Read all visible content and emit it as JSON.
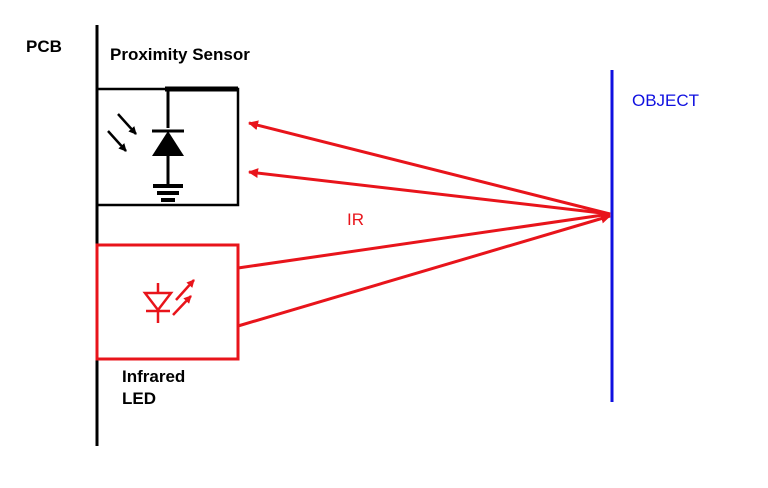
{
  "labels": {
    "pcb": "PCB",
    "proximity_sensor": "Proximity Sensor",
    "object": "OBJECT",
    "ir": "IR",
    "infrared_led_line1": "Infrared",
    "infrared_led_line2": "LED"
  },
  "colors": {
    "pcb_line": "#000000",
    "sensor_box": "#000000",
    "led_box": "#e8141b",
    "ir_rays": "#e8141b",
    "object_line": "#1010e0",
    "object_label": "#1010e0"
  },
  "icons": {
    "photodiode": "photodiode-icon",
    "led": "led-icon"
  }
}
